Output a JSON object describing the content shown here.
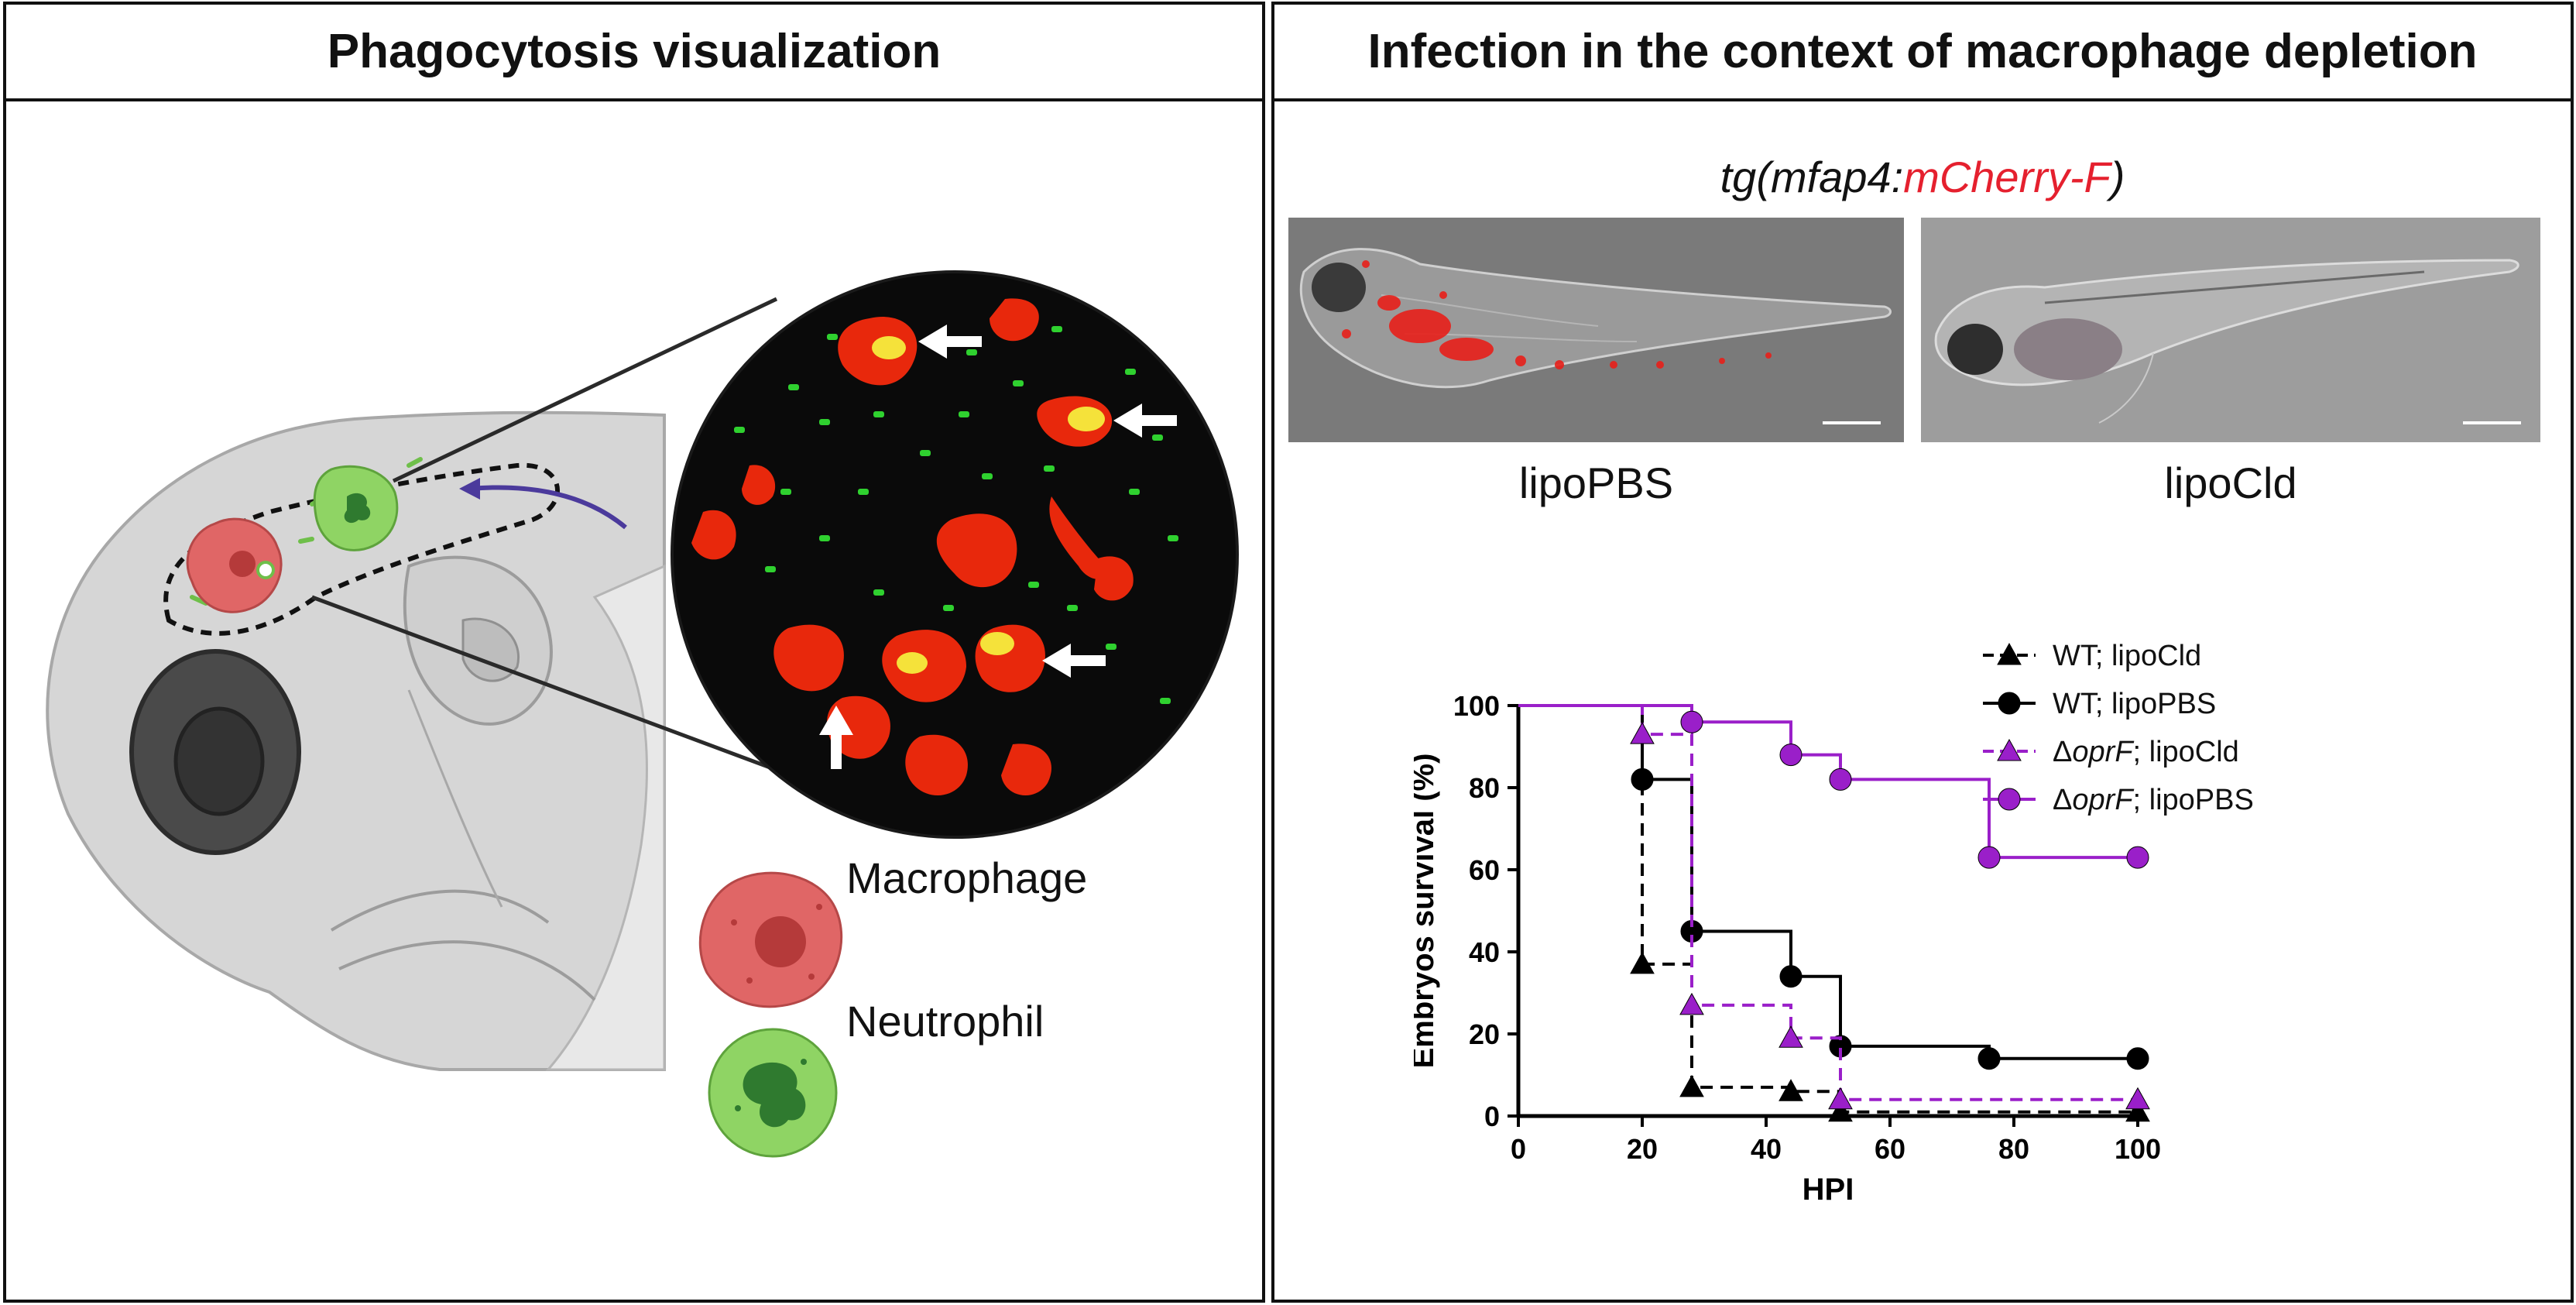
{
  "left_panel": {
    "title": "Phagocytosis visualization",
    "legend": [
      {
        "label": "Macrophage",
        "icon": "macrophage-icon",
        "color": "#e06666"
      },
      {
        "label": "Neutrophil",
        "icon": "neutrophil-icon",
        "color": "#8fd464"
      }
    ]
  },
  "right_panel": {
    "title": "Infection in the context of macrophage depletion",
    "strain": {
      "prefix": "tg(mfap4:",
      "marker": "mCherry-F",
      "suffix": ")"
    },
    "images": [
      {
        "caption": "lipoPBS"
      },
      {
        "caption": "lipoCld"
      }
    ]
  },
  "chart_data": {
    "type": "line",
    "step": true,
    "xlabel": "HPI",
    "ylabel": "Embryos survival (%)",
    "xlim": [
      0,
      100
    ],
    "ylim": [
      0,
      100
    ],
    "xticks": [
      0,
      20,
      40,
      60,
      80,
      100
    ],
    "yticks": [
      0,
      20,
      40,
      60,
      80,
      100
    ],
    "legend_position": "top-right",
    "series": [
      {
        "name_prefix": "WT",
        "name_italic": "",
        "name_suffix": "; lipoCld",
        "color": "#000000",
        "dashed": true,
        "marker": "triangle",
        "x": [
          0,
          20,
          28,
          44,
          52,
          100
        ],
        "y": [
          100,
          37,
          7,
          6,
          1,
          1
        ]
      },
      {
        "name_prefix": "WT",
        "name_italic": "",
        "name_suffix": "; lipoPBS",
        "color": "#000000",
        "dashed": false,
        "marker": "circle",
        "x": [
          0,
          20,
          28,
          44,
          52,
          76,
          100
        ],
        "y": [
          100,
          82,
          45,
          34,
          17,
          14,
          14
        ]
      },
      {
        "name_prefix": "Δ",
        "name_italic": "oprF",
        "name_suffix": "; lipoCld",
        "color": "#9a1fc9",
        "dashed": true,
        "marker": "triangle",
        "x": [
          0,
          20,
          28,
          44,
          52,
          100
        ],
        "y": [
          100,
          93,
          27,
          19,
          4,
          4
        ]
      },
      {
        "name_prefix": "Δ",
        "name_italic": "oprF",
        "name_suffix": "; lipoPBS",
        "color": "#9a1fc9",
        "dashed": false,
        "marker": "circle",
        "x": [
          0,
          28,
          44,
          52,
          76,
          100
        ],
        "y": [
          100,
          96,
          88,
          82,
          63,
          63
        ]
      }
    ]
  }
}
